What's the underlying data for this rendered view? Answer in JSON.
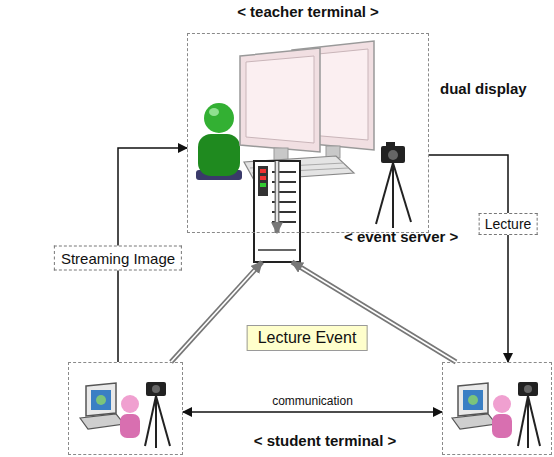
{
  "diagram": {
    "nodes": [
      {
        "text": [
          "< teacher terminal >"
        ]
      },
      {
        "text": [
          "< event server >"
        ]
      },
      {
        "text": []
      },
      {
        "text": []
      }
    ],
    "edges": [
      {
        "from": 2,
        "to": 0,
        "arrow": "to",
        "label": "Streaming Image"
      },
      {
        "from": 0,
        "to": 3,
        "arrow": "to",
        "label": "Lecture"
      },
      {
        "from": 2,
        "to": 3,
        "arrow": "both",
        "label": "communication"
      },
      {
        "from": 2,
        "to": 1,
        "arrow": "to",
        "label": "Lecture Event"
      },
      {
        "from": 3,
        "to": 1,
        "arrow": "to"
      },
      {
        "from": 1,
        "to": 0,
        "arrow": "to"
      }
    ],
    "labels": [
      "dual display",
      "< student terminal >"
    ]
  }
}
